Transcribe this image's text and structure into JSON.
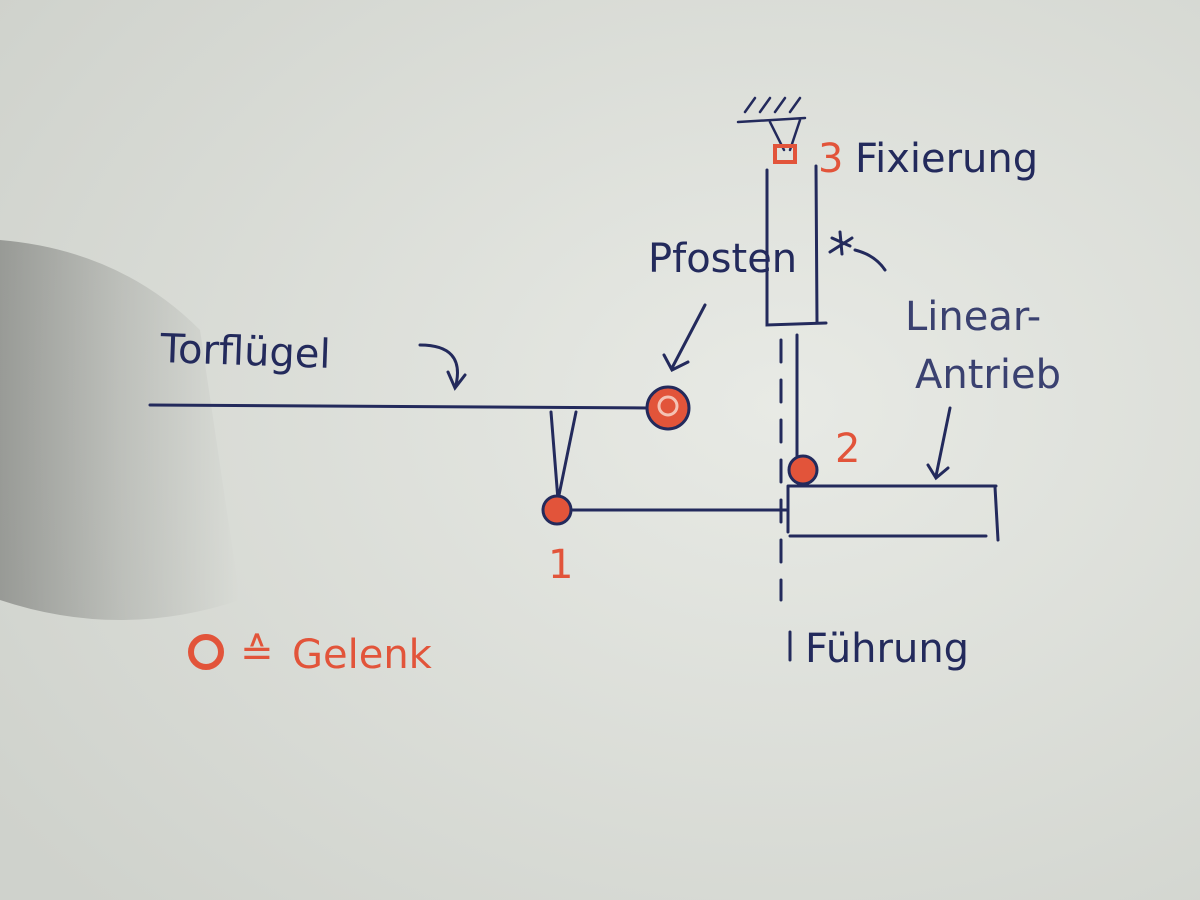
{
  "diagram": {
    "labels": {
      "door_leaf": "Torflügel",
      "post": "Pfosten",
      "fixation": "Fixierung",
      "linear_drive_1": "Linear-",
      "linear_drive_2": "Antrieb",
      "guide": "Führung",
      "joint_legend_symbol": "≙",
      "joint_legend": "Gelenk"
    },
    "joints": [
      {
        "id": "0",
        "label": ""
      },
      {
        "id": "1",
        "label": "1"
      },
      {
        "id": "2",
        "label": "2"
      },
      {
        "id": "3",
        "label": "3"
      }
    ],
    "colors": {
      "ink_blue": "#232a5c",
      "ink_red": "#e2543a",
      "paper": "#e4e6e1"
    }
  }
}
